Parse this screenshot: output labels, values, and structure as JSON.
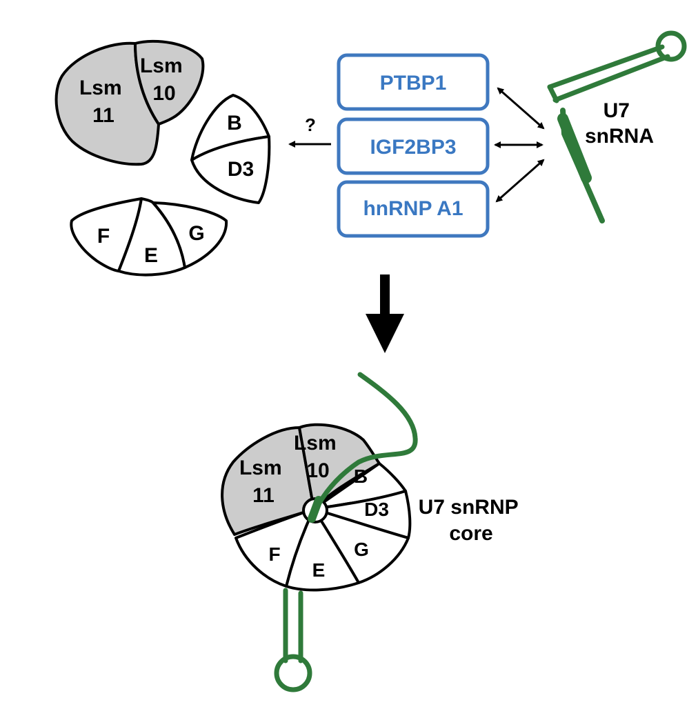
{
  "proteins": {
    "lsm11": [
      "Lsm",
      "11"
    ],
    "lsm10": [
      "Lsm",
      "10"
    ],
    "b": "B",
    "d3": "D3",
    "f": "F",
    "e": "E",
    "g": "G"
  },
  "factors": [
    "PTBP1",
    "IGF2BP3",
    "hnRNP A1"
  ],
  "question_mark": "?",
  "rna_label": [
    "U7",
    "snRNA"
  ],
  "core_label": [
    "U7 snRNP",
    "core"
  ],
  "colors": {
    "rna_green": "#2f7a3a",
    "factor_blue": "#3a78c2",
    "lsm_gray": "#cccccc"
  }
}
